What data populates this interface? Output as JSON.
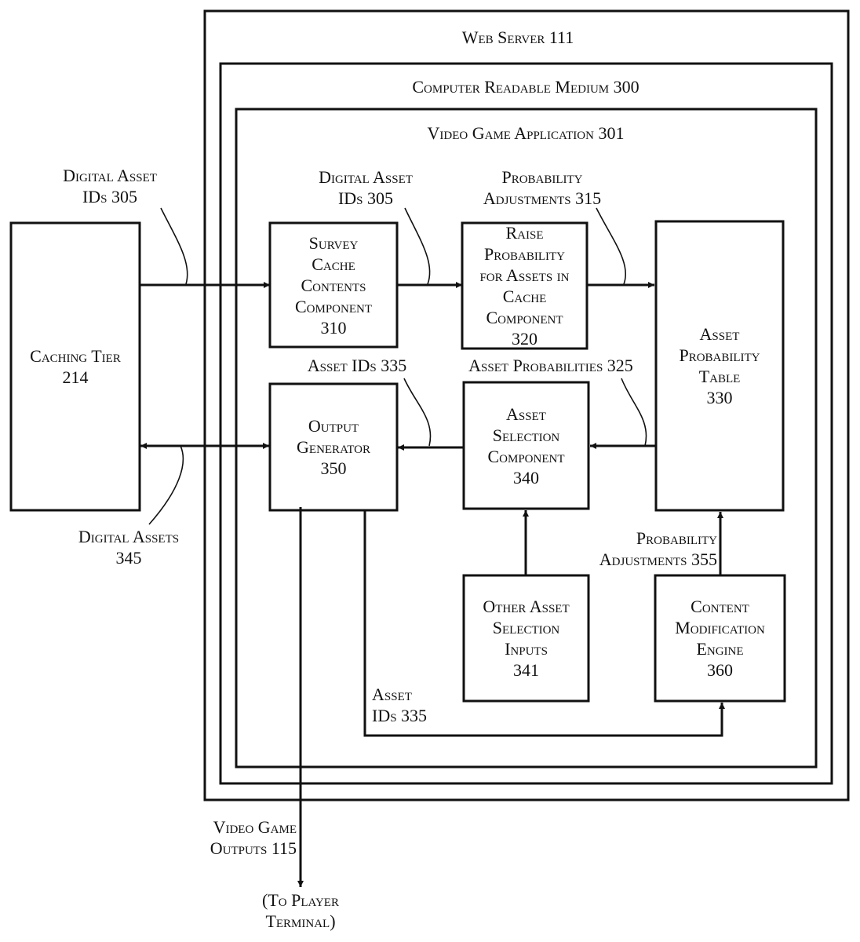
{
  "containers": {
    "web_server": "Web Server 111",
    "computer_readable_medium": "Computer Readable Medium 300",
    "video_game_application": "Video Game Application 301"
  },
  "blocks": {
    "caching_tier": [
      "Caching Tier",
      "214"
    ],
    "survey_cache": [
      "Survey",
      "Cache",
      "Contents",
      "Component",
      "310"
    ],
    "raise_probability": [
      "Raise",
      "Probability",
      "for Assets in",
      "Cache",
      "Component",
      "320"
    ],
    "asset_probability_table": [
      "Asset",
      "Probability",
      "Table",
      "330"
    ],
    "output_generator": [
      "Output",
      "Generator",
      "350"
    ],
    "asset_selection": [
      "Asset",
      "Selection",
      "Component",
      "340"
    ],
    "other_asset_inputs": [
      "Other Asset",
      "Selection",
      "Inputs",
      "341"
    ],
    "content_modification": [
      "Content",
      "Modification",
      "Engine",
      "360"
    ]
  },
  "flow_labels": {
    "digital_asset_ids_outer": [
      "Digital Asset",
      "IDs 305"
    ],
    "digital_asset_ids_inner": [
      "Digital Asset",
      "IDs 305"
    ],
    "probability_adjustments_315": [
      "Probability",
      "Adjustments 315"
    ],
    "asset_ids_335_top": [
      "Asset IDs 335"
    ],
    "asset_probabilities_325": [
      "Asset Probabilities 325"
    ],
    "digital_assets_345": [
      "Digital Assets",
      "345"
    ],
    "probability_adjustments_355": [
      "Probability",
      "Adjustments 355"
    ],
    "asset_ids_335_bottom": [
      "Asset",
      "IDs 335"
    ],
    "video_game_outputs": [
      "Video Game",
      "Outputs 115"
    ],
    "to_player_terminal": [
      "(To Player",
      "Terminal)"
    ]
  }
}
